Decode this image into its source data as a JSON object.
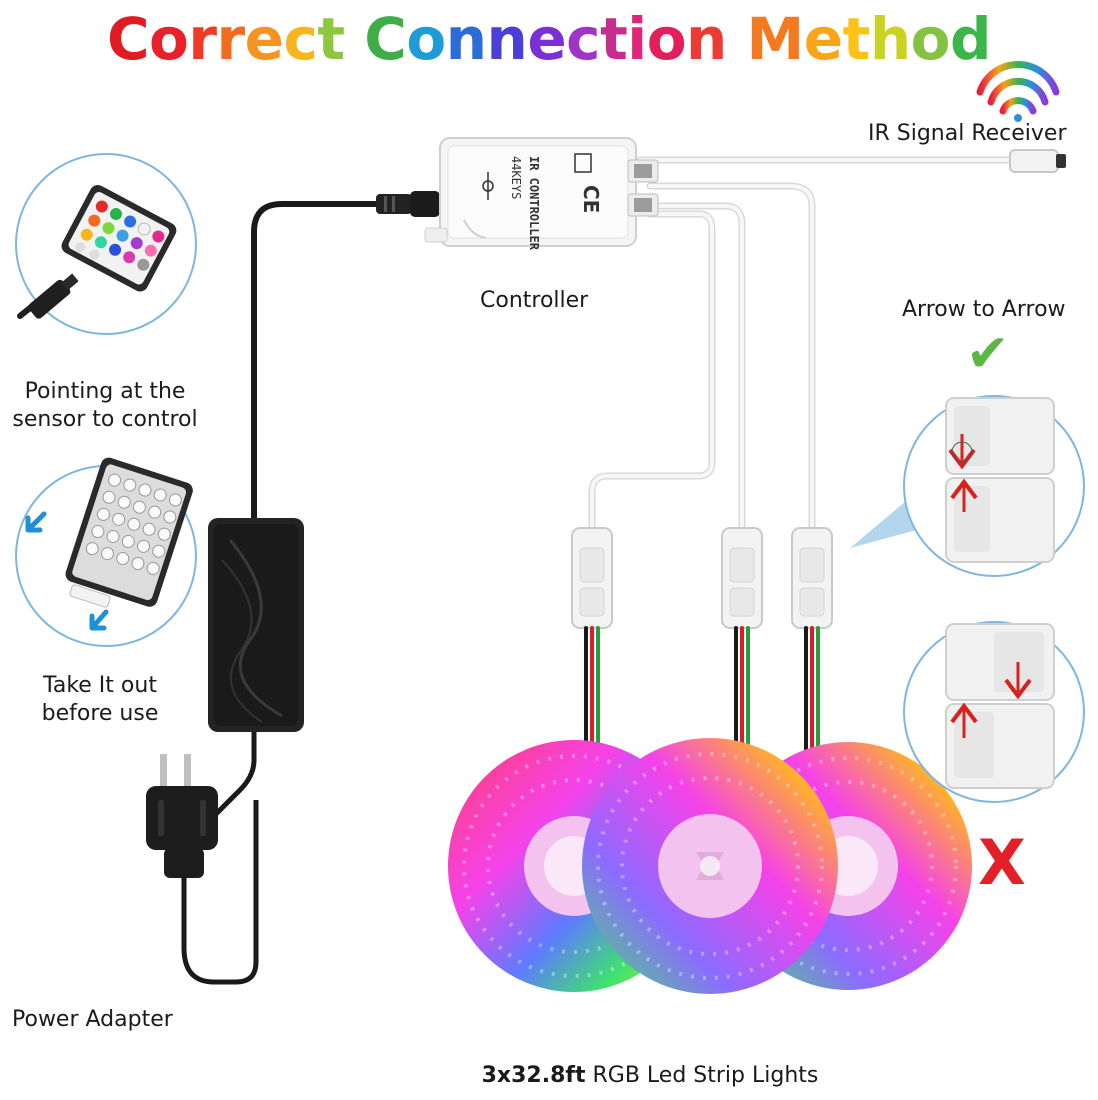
{
  "title": {
    "text": "Correct Connection Method",
    "colors": [
      "#e11b22",
      "#e8212a",
      "#ef3b24",
      "#f26b1f",
      "#f7931e",
      "#f7b51e",
      "#8dc63f",
      "#3fae49",
      "#1f9bd7",
      "#2b6cd8",
      "#4a3fd6",
      "#7b2fd6",
      "#a034c9",
      "#c72d8f",
      "#e0267a",
      "#e31e5a",
      "#ec3b34",
      "#f47a21",
      "#f9a51b",
      "#fbc318",
      "#c9d324",
      "#85c241",
      "#3cb54a",
      "#2aa3e0",
      "#7a3ed9"
    ]
  },
  "labels": {
    "ir_receiver": "IR Signal Receiver",
    "controller": "Controller",
    "arrow_to_arrow": "Arrow to Arrow",
    "pointing": [
      "Pointing at the",
      "sensor to control"
    ],
    "take_out": [
      "Take It out",
      "before use"
    ],
    "power_adapter": "Power Adapter",
    "strips_bold": "3x32.8ft",
    "strips_rest": " RGB Led Strip Lights"
  },
  "controller_text": {
    "line1": "44KEYS",
    "line2": "IR CONTROLLER"
  },
  "marks": {
    "correct_symbol": "✔",
    "wrong_symbol": "X"
  },
  "colors": {
    "check": "#5db546",
    "cross": "#e3202a",
    "arrow": "#d6221f",
    "circle_border": "#7fb6e0",
    "adapter": "#1e1e1e",
    "wire_black": "#1a1a1a",
    "wire_white": "#f4f4f4",
    "controller_body": "#f5f5f5"
  }
}
